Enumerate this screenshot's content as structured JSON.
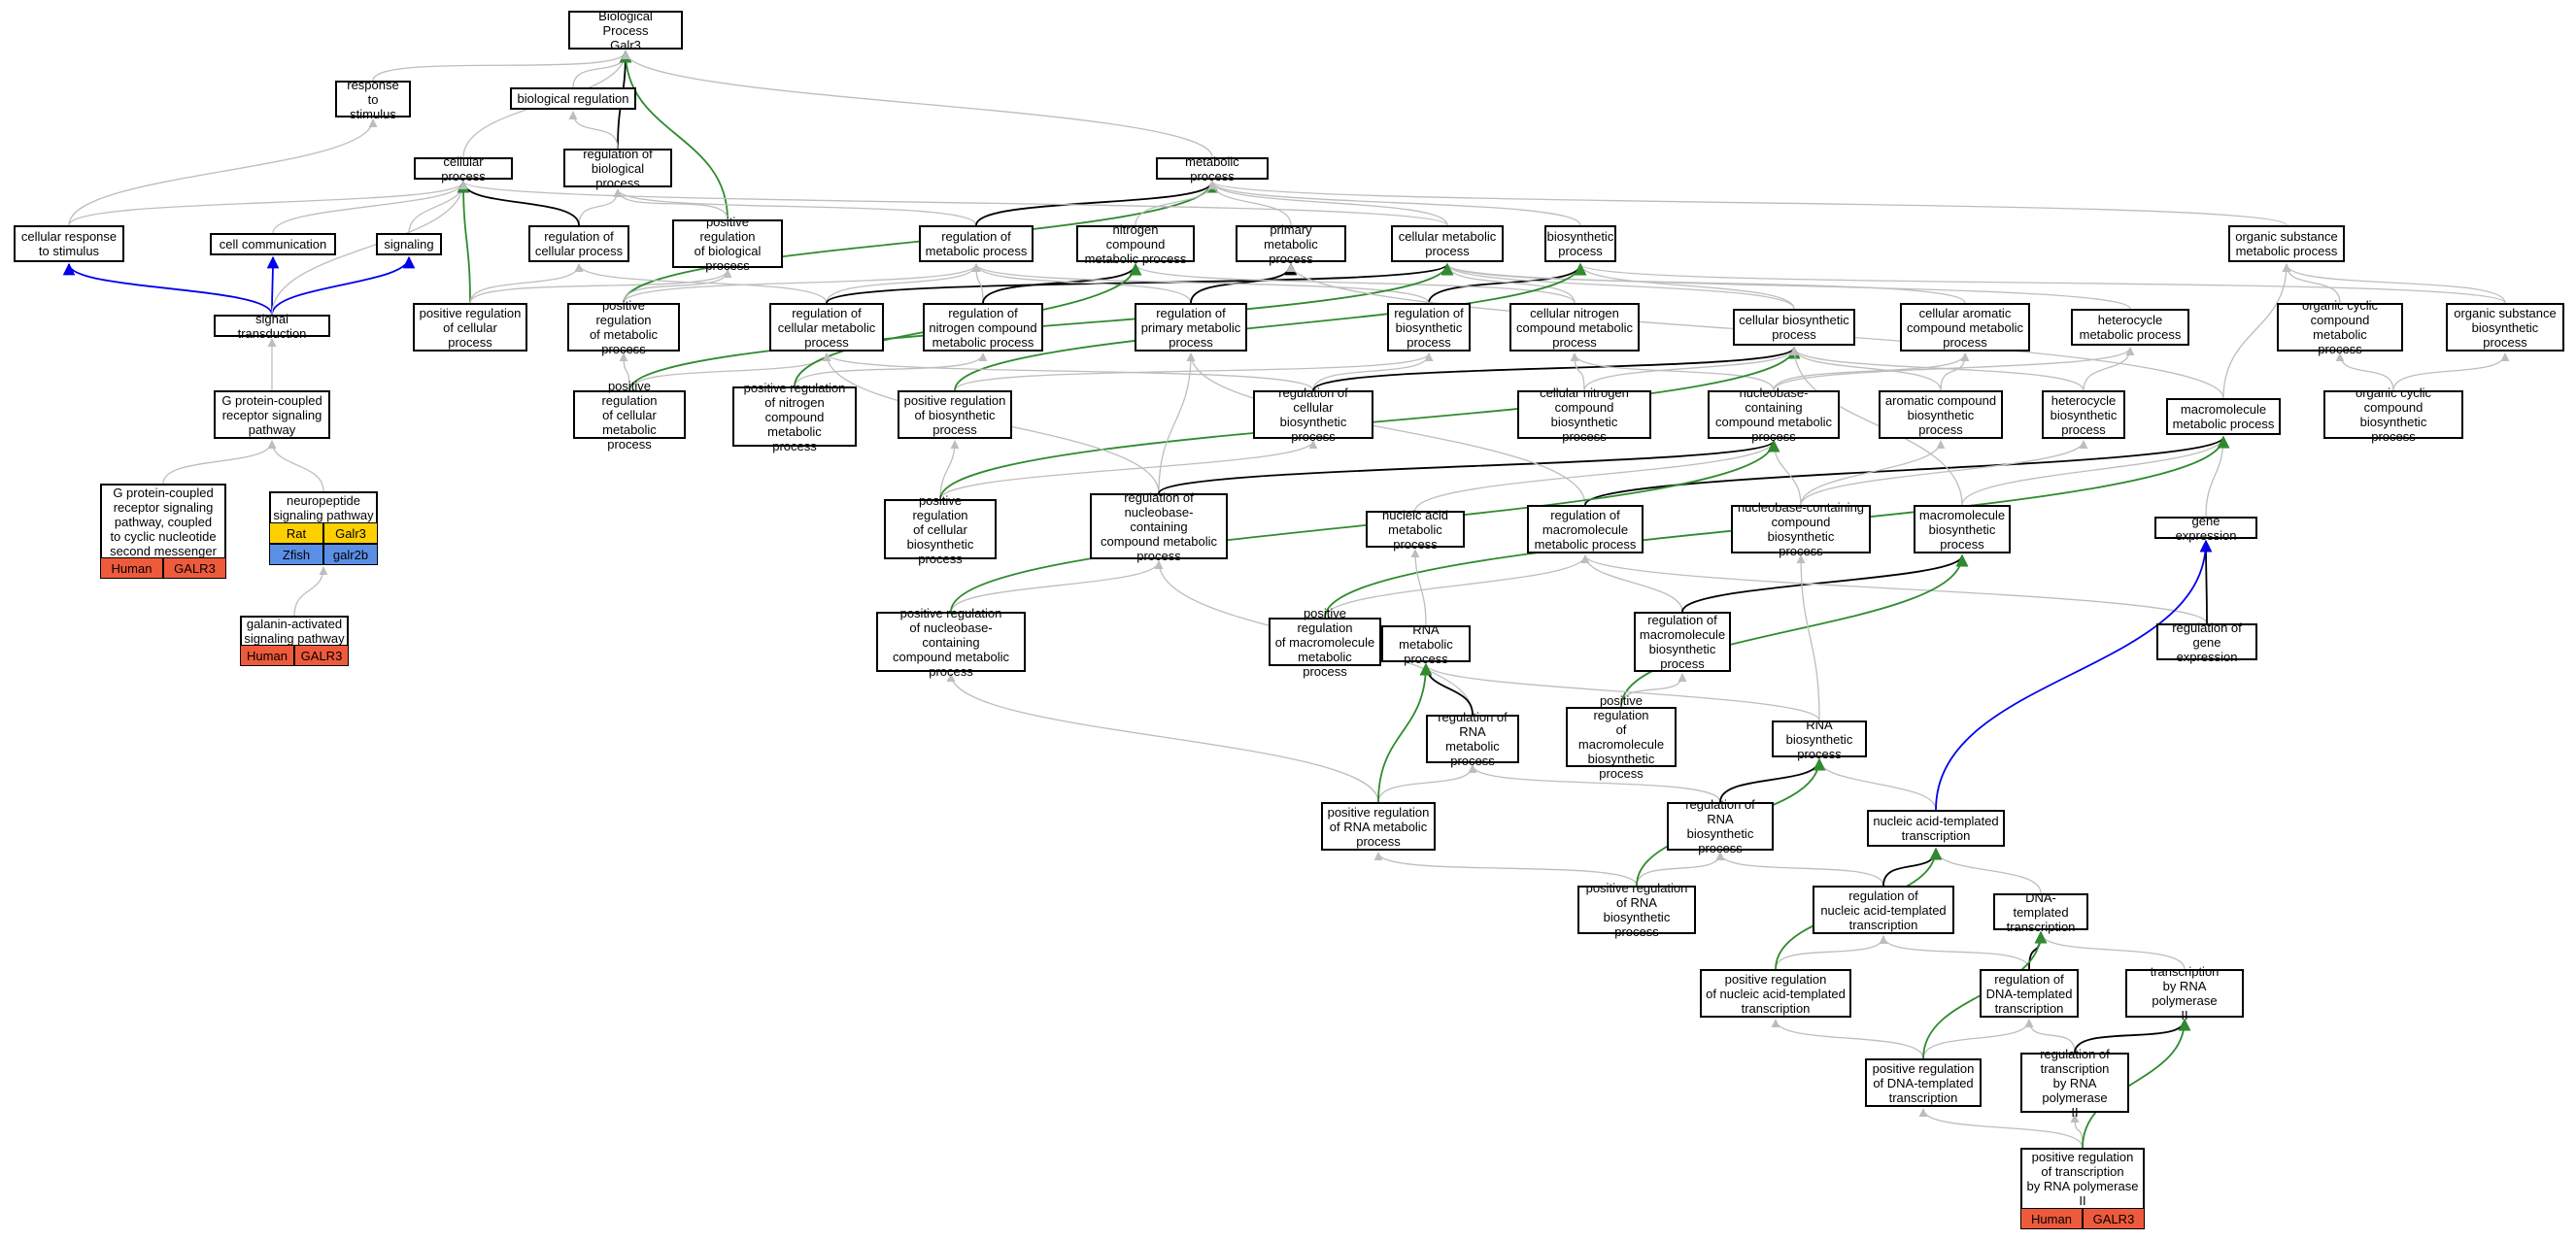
{
  "colors": {
    "is_a": "#bdbdbd",
    "regulates": "#000000",
    "positively_regulates": "#2e8b2e",
    "part_of": "#0000ee",
    "human": "#ee5a3c",
    "rat": "#ffd000",
    "zfish": "#5b8fe6"
  },
  "nodes": [
    {
      "id": "bp",
      "label": "Biological Process\nGalr3"
    },
    {
      "id": "rts",
      "label": "response to\nstimulus"
    },
    {
      "id": "breg",
      "label": "biological regulation"
    },
    {
      "id": "cp",
      "label": "cellular process"
    },
    {
      "id": "rbp",
      "label": "regulation of\nbiological process"
    },
    {
      "id": "mp",
      "label": "metabolic process"
    },
    {
      "id": "crs",
      "label": "cellular response\nto stimulus"
    },
    {
      "id": "cc",
      "label": "cell communication"
    },
    {
      "id": "sig",
      "label": "signaling"
    },
    {
      "id": "rcp",
      "label": "regulation of\ncellular process"
    },
    {
      "id": "prbp",
      "label": "positive regulation\nof biological\nprocess"
    },
    {
      "id": "rmp",
      "label": "regulation of\nmetabolic process"
    },
    {
      "id": "ncmp",
      "label": "nitrogen compound\nmetabolic process"
    },
    {
      "id": "pmp",
      "label": "primary metabolic\nprocess"
    },
    {
      "id": "cmp",
      "label": "cellular metabolic\nprocess"
    },
    {
      "id": "bsp",
      "label": "biosynthetic\nprocess"
    },
    {
      "id": "osmp",
      "label": "organic substance\nmetabolic process"
    },
    {
      "id": "st",
      "label": "signal transduction"
    },
    {
      "id": "prcp",
      "label": "positive regulation\nof cellular\nprocess"
    },
    {
      "id": "prmp",
      "label": "positive regulation\nof metabolic\nprocess"
    },
    {
      "id": "rcmp",
      "label": "regulation of\ncellular metabolic\nprocess"
    },
    {
      "id": "rncmp",
      "label": "regulation of\nnitrogen compound\nmetabolic process"
    },
    {
      "id": "rpmp",
      "label": "regulation of\nprimary metabolic\nprocess"
    },
    {
      "id": "rbsp",
      "label": "regulation of\nbiosynthetic\nprocess"
    },
    {
      "id": "cncmp",
      "label": "cellular nitrogen\ncompound metabolic\nprocess"
    },
    {
      "id": "cbsp",
      "label": "cellular biosynthetic\nprocess"
    },
    {
      "id": "cacmp",
      "label": "cellular aromatic\ncompound metabolic\nprocess"
    },
    {
      "id": "hmp",
      "label": "heterocycle\nmetabolic process"
    },
    {
      "id": "occmp",
      "label": "organic cyclic\ncompound metabolic\nprocess"
    },
    {
      "id": "osbp",
      "label": "organic substance\nbiosynthetic\nprocess"
    },
    {
      "id": "gpcr",
      "label": "G protein-coupled\nreceptor signaling\npathway"
    },
    {
      "id": "prcmp",
      "label": "positive regulation\nof cellular\nmetabolic process"
    },
    {
      "id": "prncmp",
      "label": "positive regulation\nof nitrogen\ncompound metabolic\nprocess"
    },
    {
      "id": "prbsp",
      "label": "positive regulation\nof biosynthetic\nprocess"
    },
    {
      "id": "rcbsp",
      "label": "regulation of\ncellular biosynthetic\nprocess"
    },
    {
      "id": "cncbp",
      "label": "cellular nitrogen\ncompound biosynthetic\nprocess"
    },
    {
      "id": "nbcmp",
      "label": "nucleobase-containing\ncompound metabolic\nprocess"
    },
    {
      "id": "acbp",
      "label": "aromatic compound\nbiosynthetic\nprocess"
    },
    {
      "id": "hbp",
      "label": "heterocycle\nbiosynthetic\nprocess"
    },
    {
      "id": "mmp",
      "label": "macromolecule\nmetabolic process"
    },
    {
      "id": "occbp",
      "label": "organic cyclic\ncompound biosynthetic\nprocess"
    },
    {
      "id": "prcbp",
      "label": "positive regulation\nof cellular\nbiosynthetic\nprocess"
    },
    {
      "id": "rnbcmp",
      "label": "regulation of\nnucleobase-containing\ncompound metabolic\nprocess"
    },
    {
      "id": "namp",
      "label": "nucleic acid\nmetabolic process"
    },
    {
      "id": "rmmp",
      "label": "regulation of\nmacromolecule\nmetabolic process"
    },
    {
      "id": "nbcbp",
      "label": "nucleobase-containing\ncompound biosynthetic\nprocess"
    },
    {
      "id": "mbp",
      "label": "macromolecule\nbiosynthetic\nprocess"
    },
    {
      "id": "ge",
      "label": "gene expression"
    },
    {
      "id": "prnbc",
      "label": "positive regulation\nof nucleobase-containing\ncompound metabolic\nprocess"
    },
    {
      "id": "prmmp",
      "label": "positive regulation\nof macromolecule\nmetabolic process"
    },
    {
      "id": "rnamp",
      "label": "RNA metabolic\nprocess"
    },
    {
      "id": "rmbp",
      "label": "regulation of\nmacromolecule\nbiosynthetic\nprocess"
    },
    {
      "id": "rge",
      "label": "regulation of\ngene expression"
    },
    {
      "id": "rrnamp",
      "label": "regulation of\nRNA metabolic\nprocess"
    },
    {
      "id": "prmbp",
      "label": "positive regulation\nof macromolecule\nbiosynthetic\nprocess"
    },
    {
      "id": "rnabp",
      "label": "RNA biosynthetic\nprocess"
    },
    {
      "id": "prrnamp",
      "label": "positive regulation\nof RNA metabolic\nprocess"
    },
    {
      "id": "rrnabp",
      "label": "regulation of\nRNA biosynthetic\nprocess"
    },
    {
      "id": "natt",
      "label": "nucleic acid-templated\ntranscription"
    },
    {
      "id": "prrnabp",
      "label": "positive regulation\nof RNA biosynthetic\nprocess"
    },
    {
      "id": "rnatt",
      "label": "regulation of\nnucleic acid-templated\ntranscription"
    },
    {
      "id": "dtt",
      "label": "DNA-templated\ntranscription"
    },
    {
      "id": "prnatt",
      "label": "positive regulation\nof nucleic acid-templated\ntranscription"
    },
    {
      "id": "rdtt",
      "label": "regulation of\nDNA-templated\ntranscription"
    },
    {
      "id": "trp2",
      "label": "transcription\nby RNA polymerase\nII"
    },
    {
      "id": "prdtt",
      "label": "positive regulation\nof DNA-templated\ntranscription"
    },
    {
      "id": "rtrp2",
      "label": "regulation of\ntranscription\nby RNA polymerase\nII"
    }
  ],
  "annotated_nodes": [
    {
      "id": "gpcr2",
      "label": "G protein-coupled\nreceptor signaling\npathway, coupled\nto cyclic nucleotide\nsecond messenger",
      "rows": [
        [
          {
            "text": "Human",
            "species": "human"
          },
          {
            "text": "GALR3",
            "species": "human"
          }
        ]
      ]
    },
    {
      "id": "npsp",
      "label": "neuropeptide\nsignaling pathway",
      "rows": [
        [
          {
            "text": "Rat",
            "species": "rat"
          },
          {
            "text": "Galr3",
            "species": "rat"
          }
        ],
        [
          {
            "text": "Zfish",
            "species": "zfish"
          },
          {
            "text": "galr2b",
            "species": "zfish"
          }
        ]
      ]
    },
    {
      "id": "gasp",
      "label": "galanin-activated\nsignaling pathway",
      "rows": [
        [
          {
            "text": "Human",
            "species": "human"
          },
          {
            "text": "GALR3",
            "species": "human"
          }
        ]
      ]
    },
    {
      "id": "prtrp2",
      "label": "positive regulation\nof transcription\nby RNA polymerase\nII",
      "rows": [
        [
          {
            "text": "Human",
            "species": "human"
          },
          {
            "text": "GALR3",
            "species": "human"
          }
        ]
      ]
    }
  ],
  "edges": [
    [
      "rts",
      "bp",
      "is_a"
    ],
    [
      "breg",
      "bp",
      "is_a"
    ],
    [
      "cp",
      "bp",
      "is_a"
    ],
    [
      "rbp",
      "bp",
      "regulates"
    ],
    [
      "prbp",
      "bp",
      "positively_regulates"
    ],
    [
      "mp",
      "bp",
      "is_a"
    ],
    [
      "crs",
      "rts",
      "is_a"
    ],
    [
      "crs",
      "cp",
      "is_a"
    ],
    [
      "cc",
      "cp",
      "is_a"
    ],
    [
      "sig",
      "cp",
      "is_a"
    ],
    [
      "st",
      "crs",
      "part_of"
    ],
    [
      "st",
      "cc",
      "part_of"
    ],
    [
      "st",
      "sig",
      "part_of"
    ],
    [
      "st",
      "cp",
      "is_a"
    ],
    [
      "rbp",
      "breg",
      "is_a"
    ],
    [
      "rcp",
      "rbp",
      "is_a"
    ],
    [
      "rcp",
      "cp",
      "regulates"
    ],
    [
      "prbp",
      "rbp",
      "is_a"
    ],
    [
      "prcp",
      "cp",
      "positively_regulates"
    ],
    [
      "prcp",
      "rcp",
      "is_a"
    ],
    [
      "prcp",
      "prbp",
      "is_a"
    ],
    [
      "rmp",
      "rbp",
      "is_a"
    ],
    [
      "rmp",
      "mp",
      "regulates"
    ],
    [
      "prmp",
      "mp",
      "positively_regulates"
    ],
    [
      "prmp",
      "prbp",
      "is_a"
    ],
    [
      "prmp",
      "rmp",
      "is_a"
    ],
    [
      "ncmp",
      "mp",
      "is_a"
    ],
    [
      "pmp",
      "mp",
      "is_a"
    ],
    [
      "cmp",
      "mp",
      "is_a"
    ],
    [
      "cmp",
      "cp",
      "is_a"
    ],
    [
      "bsp",
      "mp",
      "is_a"
    ],
    [
      "osmp",
      "mp",
      "is_a"
    ],
    [
      "rcmp",
      "rmp",
      "is_a"
    ],
    [
      "rcmp",
      "rcp",
      "is_a"
    ],
    [
      "rcmp",
      "cmp",
      "regulates"
    ],
    [
      "rncmp",
      "rmp",
      "is_a"
    ],
    [
      "rncmp",
      "ncmp",
      "regulates"
    ],
    [
      "rpmp",
      "rmp",
      "is_a"
    ],
    [
      "rpmp",
      "pmp",
      "regulates"
    ],
    [
      "rbsp",
      "rmp",
      "is_a"
    ],
    [
      "rbsp",
      "bsp",
      "regulates"
    ],
    [
      "cncmp",
      "ncmp",
      "is_a"
    ],
    [
      "cncmp",
      "cmp",
      "is_a"
    ],
    [
      "cbsp",
      "cmp",
      "is_a"
    ],
    [
      "cbsp",
      "bsp",
      "is_a"
    ],
    [
      "cacmp",
      "cmp",
      "is_a"
    ],
    [
      "hmp",
      "cmp",
      "is_a"
    ],
    [
      "occmp",
      "osmp",
      "is_a"
    ],
    [
      "osbp",
      "osmp",
      "is_a"
    ],
    [
      "osbp",
      "bsp",
      "is_a"
    ],
    [
      "gpcr",
      "st",
      "is_a"
    ],
    [
      "gpcr2",
      "gpcr",
      "is_a"
    ],
    [
      "npsp",
      "gpcr",
      "is_a"
    ],
    [
      "gasp",
      "npsp",
      "is_a"
    ],
    [
      "prcmp",
      "rcmp",
      "is_a"
    ],
    [
      "prcmp",
      "prmp",
      "is_a"
    ],
    [
      "prcmp",
      "cmp",
      "positively_regulates"
    ],
    [
      "prncmp",
      "rncmp",
      "is_a"
    ],
    [
      "prncmp",
      "ncmp",
      "positively_regulates"
    ],
    [
      "prbsp",
      "rbsp",
      "is_a"
    ],
    [
      "prbsp",
      "bsp",
      "positively_regulates"
    ],
    [
      "rcbsp",
      "rcmp",
      "is_a"
    ],
    [
      "rcbsp",
      "rbsp",
      "is_a"
    ],
    [
      "rcbsp",
      "cbsp",
      "regulates"
    ],
    [
      "cncbp",
      "cncmp",
      "is_a"
    ],
    [
      "cncbp",
      "cbsp",
      "is_a"
    ],
    [
      "nbcmp",
      "cncmp",
      "is_a"
    ],
    [
      "nbcmp",
      "cacmp",
      "is_a"
    ],
    [
      "nbcmp",
      "hmp",
      "is_a"
    ],
    [
      "acbp",
      "cacmp",
      "is_a"
    ],
    [
      "acbp",
      "cbsp",
      "is_a"
    ],
    [
      "hbp",
      "hmp",
      "is_a"
    ],
    [
      "hbp",
      "cbsp",
      "is_a"
    ],
    [
      "mmp",
      "osmp",
      "is_a"
    ],
    [
      "mmp",
      "pmp",
      "is_a"
    ],
    [
      "occbp",
      "occmp",
      "is_a"
    ],
    [
      "occbp",
      "osbp",
      "is_a"
    ],
    [
      "prcbp",
      "rcbsp",
      "is_a"
    ],
    [
      "prcbp",
      "prbsp",
      "is_a"
    ],
    [
      "prcbp",
      "cbsp",
      "positively_regulates"
    ],
    [
      "rnbcmp",
      "rcmp",
      "is_a"
    ],
    [
      "rnbcmp",
      "rpmp",
      "is_a"
    ],
    [
      "rnbcmp",
      "nbcmp",
      "regulates"
    ],
    [
      "namp",
      "nbcmp",
      "is_a"
    ],
    [
      "rmmp",
      "rpmp",
      "is_a"
    ],
    [
      "rmmp",
      "mmp",
      "regulates"
    ],
    [
      "nbcbp",
      "nbcmp",
      "is_a"
    ],
    [
      "nbcbp",
      "acbp",
      "is_a"
    ],
    [
      "nbcbp",
      "hbp",
      "is_a"
    ],
    [
      "mbp",
      "mmp",
      "is_a"
    ],
    [
      "mbp",
      "cbsp",
      "is_a"
    ],
    [
      "ge",
      "mmp",
      "is_a"
    ],
    [
      "prnbc",
      "rnbcmp",
      "is_a"
    ],
    [
      "prnbc",
      "nbcmp",
      "positively_regulates"
    ],
    [
      "prmmp",
      "rmmp",
      "is_a"
    ],
    [
      "prmmp",
      "mmp",
      "positively_regulates"
    ],
    [
      "rnamp",
      "namp",
      "is_a"
    ],
    [
      "rmbp",
      "rmmp",
      "is_a"
    ],
    [
      "rmbp",
      "mbp",
      "regulates"
    ],
    [
      "rge",
      "rmmp",
      "is_a"
    ],
    [
      "rge",
      "ge",
      "regulates"
    ],
    [
      "rrnamp",
      "rnbcmp",
      "is_a"
    ],
    [
      "rrnamp",
      "rnamp",
      "regulates"
    ],
    [
      "prmbp",
      "rmbp",
      "is_a"
    ],
    [
      "prmbp",
      "mbp",
      "positively_regulates"
    ],
    [
      "rnabp",
      "rnamp",
      "is_a"
    ],
    [
      "rnabp",
      "nbcbp",
      "is_a"
    ],
    [
      "prrnamp",
      "rrnamp",
      "is_a"
    ],
    [
      "prrnamp",
      "prnbc",
      "is_a"
    ],
    [
      "prrnamp",
      "rnamp",
      "positively_regulates"
    ],
    [
      "rrnabp",
      "rrnamp",
      "is_a"
    ],
    [
      "rrnabp",
      "rnabp",
      "regulates"
    ],
    [
      "natt",
      "rnabp",
      "is_a"
    ],
    [
      "natt",
      "ge",
      "part_of"
    ],
    [
      "prrnabp",
      "rrnabp",
      "is_a"
    ],
    [
      "prrnabp",
      "prrnamp",
      "is_a"
    ],
    [
      "prrnabp",
      "rnabp",
      "positively_regulates"
    ],
    [
      "rnatt",
      "rrnabp",
      "is_a"
    ],
    [
      "rnatt",
      "natt",
      "regulates"
    ],
    [
      "dtt",
      "natt",
      "is_a"
    ],
    [
      "prnatt",
      "rnatt",
      "is_a"
    ],
    [
      "prnatt",
      "natt",
      "positively_regulates"
    ],
    [
      "rdtt",
      "rnatt",
      "is_a"
    ],
    [
      "rdtt",
      "dtt",
      "regulates"
    ],
    [
      "trp2",
      "dtt",
      "is_a"
    ],
    [
      "prdtt",
      "rdtt",
      "is_a"
    ],
    [
      "prdtt",
      "prnatt",
      "is_a"
    ],
    [
      "prdtt",
      "dtt",
      "positively_regulates"
    ],
    [
      "rtrp2",
      "rdtt",
      "is_a"
    ],
    [
      "rtrp2",
      "trp2",
      "regulates"
    ],
    [
      "prtrp2",
      "rtrp2",
      "is_a"
    ],
    [
      "prtrp2",
      "prdtt",
      "is_a"
    ],
    [
      "prtrp2",
      "trp2",
      "positively_regulates"
    ]
  ]
}
